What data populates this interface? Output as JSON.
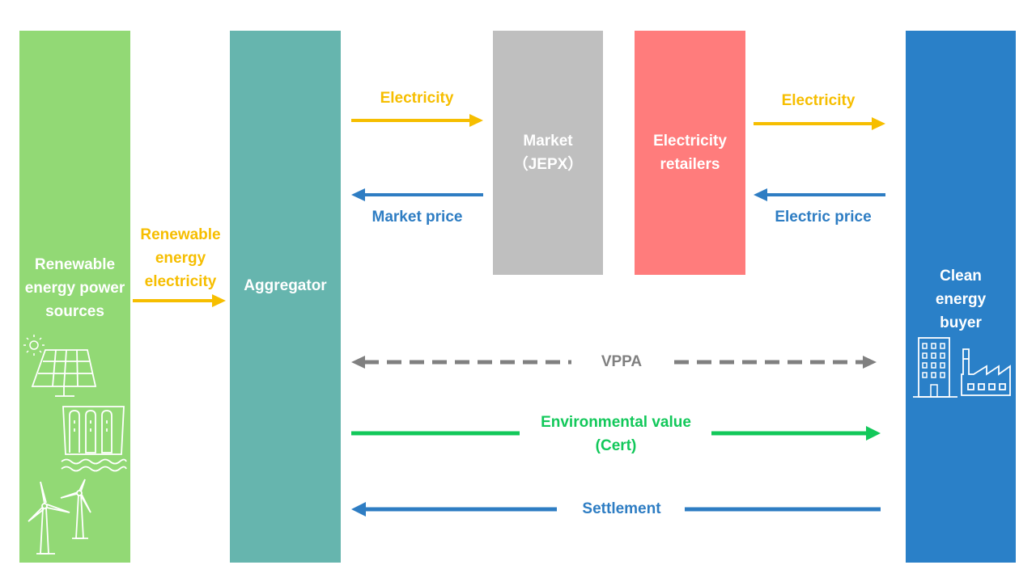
{
  "colors": {
    "renewable_bg": "#92d975",
    "aggregator_bg": "#66b5ae",
    "market_bg": "#bfbfbf",
    "retailer_bg": "#ff7c7c",
    "buyer_bg": "#2a80c8",
    "yellow": "#f6be00",
    "blue": "#2e7dc3",
    "gray": "#808080",
    "green": "#12c85a"
  },
  "boxes": {
    "renewable": "Renewable energy power sources",
    "aggregator": "Aggregator",
    "market_line1": "Market",
    "market_line2": "（JEPX）",
    "retailer": "Electricity retailers",
    "buyer": "Clean energy buyer"
  },
  "flows": {
    "renewable_electricity": "Renewable energy electricity",
    "electricity_to_market": "Electricity",
    "market_price": "Market price",
    "electricity_to_buyer": "Electricity",
    "electric_price": "Electric price",
    "vppa": "VPPA",
    "environmental_value_line1": "Environmental value",
    "environmental_value_line2": "(Cert)",
    "settlement": "Settlement"
  },
  "icons": [
    "sun-icon",
    "solar-panel-icon",
    "hydro-dam-icon",
    "wind-turbine-icon",
    "office-building-icon",
    "factory-icon"
  ]
}
